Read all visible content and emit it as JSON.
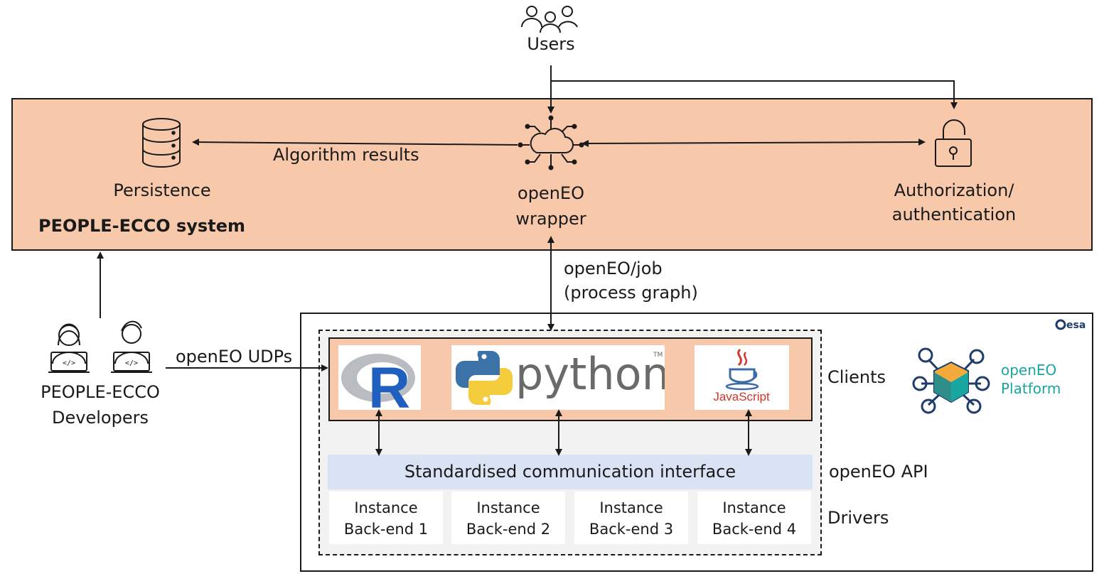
{
  "users": {
    "label": "Users",
    "icon": "users-group-icon"
  },
  "system": {
    "title": "PEOPLE-ECCO system",
    "persistence": {
      "label": "Persistence",
      "icon": "database-icon"
    },
    "algorithm_results": "Algorithm results",
    "wrapper": {
      "line1": "openEO",
      "line2": "wrapper",
      "icon": "cloud-network-icon"
    },
    "auth": {
      "line1": "Authorization/",
      "line2": "authentication",
      "icon": "unlocked-padlock-icon"
    }
  },
  "job_label": {
    "line1": "openEO/job",
    "line2": "(process graph)"
  },
  "developers": {
    "line1": "PEOPLE-ECCO",
    "line2": "Developers",
    "icon": "developer-laptop-icon"
  },
  "udps_label": "openEO UDPs",
  "platform": {
    "esa_label": "esa",
    "logo_line1": "openEO",
    "logo_line2": "Platform",
    "clients_label": "Clients",
    "clients": {
      "r": "R",
      "python": "python",
      "python_tm": "TM",
      "javascript": "JavaScript"
    },
    "api_text": "Standardised communication interface",
    "api_label": "openEO API",
    "drivers_label": "Drivers",
    "backends": [
      {
        "line1": "Instance",
        "line2": "Back-end 1"
      },
      {
        "line1": "Instance",
        "line2": "Back-end 2"
      },
      {
        "line1": "Instance",
        "line2": "Back-end 3"
      },
      {
        "line1": "Instance",
        "line2": "Back-end 4"
      }
    ]
  },
  "colors": {
    "system_fill": "#f7c9aa",
    "api_fill": "#d9e3f3",
    "platform_teal": "#1aa6a0",
    "r_blue": "#1f5fbf",
    "python_blue": "#3b73a8",
    "python_yellow": "#f5cd3c",
    "js_red": "#d0362a"
  }
}
